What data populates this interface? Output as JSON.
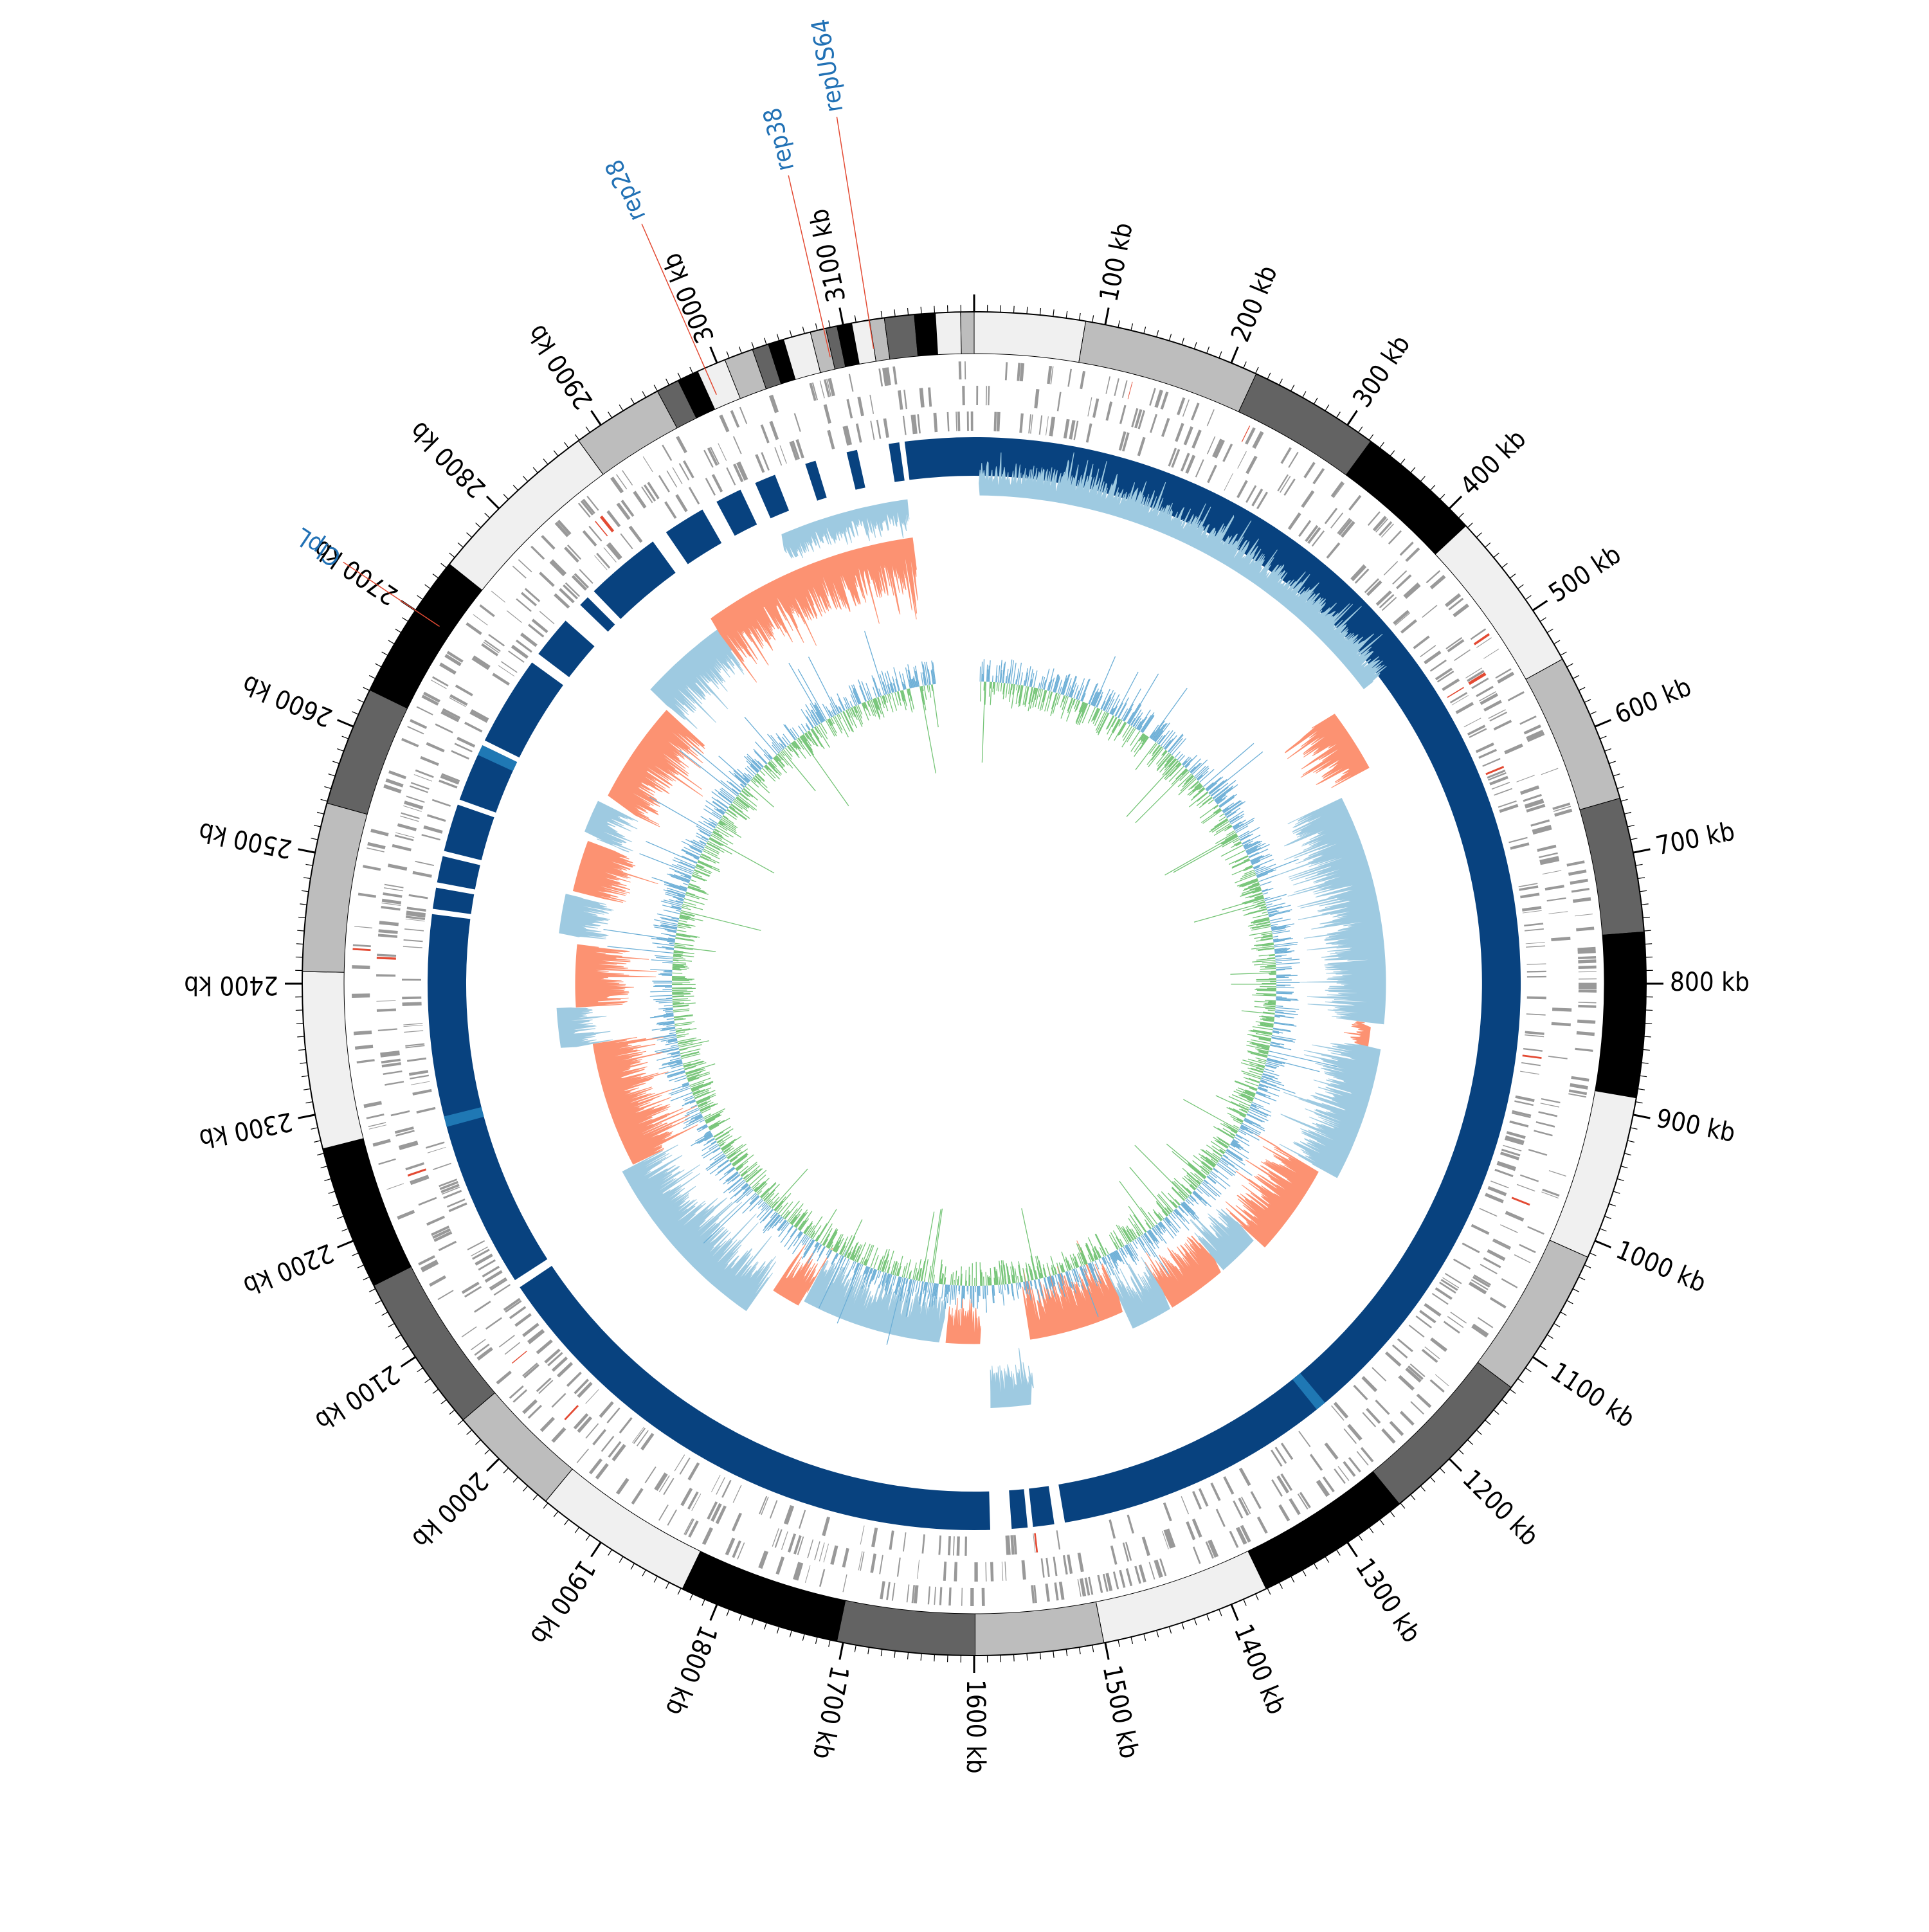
{
  "genome": {
    "total_kb": 3200,
    "tick_labels": [
      "100 kb",
      "200 kb",
      "300 kb",
      "400 kb",
      "500 kb",
      "600 kb",
      "700 kb",
      "800 kb",
      "900 kb",
      "1000 kb",
      "1100 kb",
      "1200 kb",
      "1300 kb",
      "1400 kb",
      "1500 kb",
      "1600 kb",
      "1700 kb",
      "1800 kb",
      "1900 kb",
      "2000 kb",
      "2100 kb",
      "2200 kb",
      "2300 kb",
      "2400 kb",
      "2500 kb",
      "2600 kb",
      "2700 kb",
      "2800 kb",
      "2900 kb",
      "3000 kb",
      "3100 kb"
    ],
    "tick_kb": [
      100,
      200,
      300,
      400,
      500,
      600,
      700,
      800,
      900,
      1000,
      1100,
      1200,
      1300,
      1400,
      1500,
      1600,
      1700,
      1800,
      1900,
      2000,
      2100,
      2200,
      2300,
      2400,
      2500,
      2600,
      2700,
      2800,
      2900,
      3000,
      3100
    ]
  },
  "gene_labels": [
    {
      "text": "repUS64",
      "kb": 3120
    },
    {
      "text": "rep38",
      "kb": 3085
    },
    {
      "text": "rep28",
      "kb": 2990
    },
    {
      "text": "ClpL",
      "kb": 2700
    }
  ],
  "colors": {
    "backbone": "#08427f",
    "backbone_light": "#1f78b4",
    "positive": "#9ecae1",
    "negative": "#fc9272",
    "skew_pos": "#74c476",
    "skew_neg": "#6baed6",
    "gene": "#999999",
    "highlight": "#e34a33",
    "label": "#2171b5",
    "segment_shades": [
      "#f0f0f0",
      "#bdbdbd",
      "#636363",
      "#000000",
      "#f0f0f0",
      "#bdbdbd",
      "#636363",
      "#000000"
    ]
  }
}
